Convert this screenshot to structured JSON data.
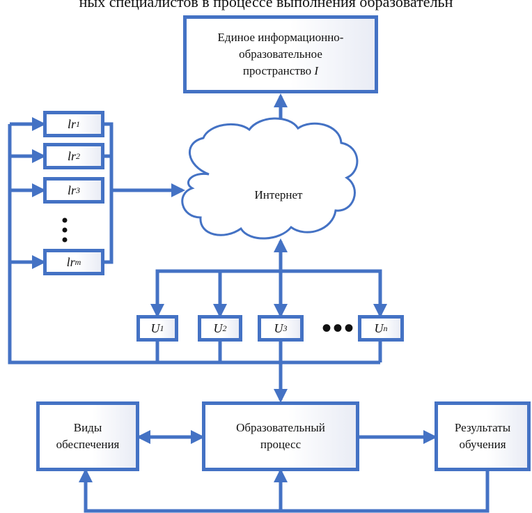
{
  "header_fragment": "ных специалистов в процессе выполнения образовательн",
  "space_box": {
    "line1": "Единое информационно-",
    "line2": "образовательное",
    "line3_prefix": "пространство ",
    "line3_var": "I"
  },
  "internet_label": "Интернет",
  "lr_items": [
    {
      "base": "lr",
      "sub": "1"
    },
    {
      "base": "lr",
      "sub": "2"
    },
    {
      "base": "lr",
      "sub": "3"
    },
    {
      "base": "lr",
      "sub": "m"
    }
  ],
  "u_items": [
    {
      "base": "U",
      "sub": "1"
    },
    {
      "base": "U",
      "sub": "2"
    },
    {
      "base": "U",
      "sub": "3"
    },
    {
      "base": "U",
      "sub": "n"
    }
  ],
  "ellipsis": "•••",
  "support_box": {
    "line1": "Виды",
    "line2": "обеспечения"
  },
  "process_box": {
    "line1": "Образовательный",
    "line2": "процесс"
  },
  "results_box": {
    "line1": "Результаты",
    "line2": "обучения"
  },
  "colors": {
    "accent": "#4472c4",
    "arrow": "#4472c4"
  }
}
